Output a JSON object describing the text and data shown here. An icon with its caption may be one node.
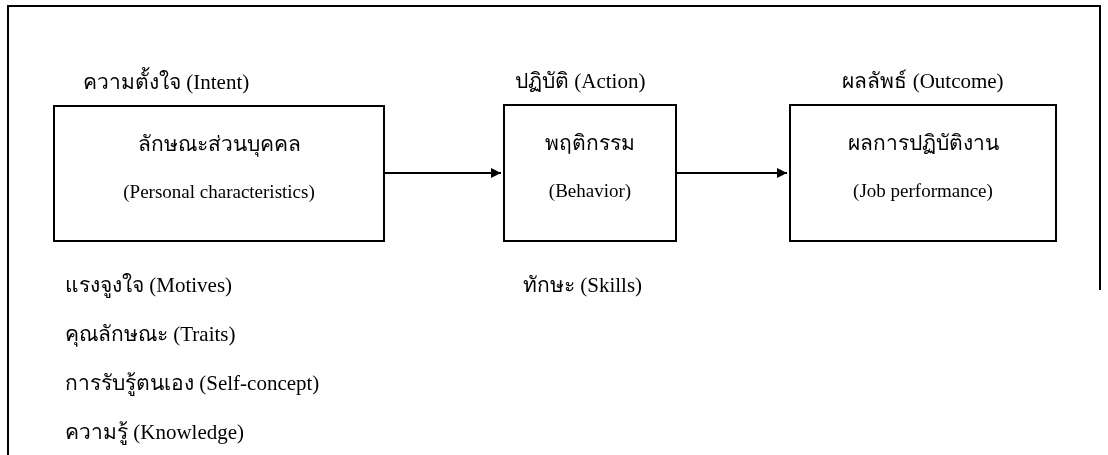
{
  "diagram": {
    "nodes": [
      {
        "text": [
          "ความตั้งใจ (Intent)",
          "ลักษณะส่วนบุคคล",
          "(Personal characteristics)"
        ],
        "beside": [
          "แรงจูงใจ (Motives)",
          "คุณลักษณะ (Traits)",
          "การรับรู้ตนเอง (Self-concept)",
          "ความรู้ (Knowledge)"
        ]
      },
      {
        "text": [
          "ปฏิบัติ (Action)",
          "พฤติกรรม",
          "(Behavior)"
        ],
        "beside": [
          "ทักษะ (Skills)"
        ]
      },
      {
        "text": [
          "ผลลัพธ์ (Outcome)",
          "ผลการปฏิบัติงาน",
          "(Job performance)"
        ]
      }
    ],
    "edges": [
      {
        "from": 0,
        "to": 1,
        "arrow": "to"
      },
      {
        "from": 1,
        "to": 2,
        "arrow": "to"
      }
    ]
  }
}
